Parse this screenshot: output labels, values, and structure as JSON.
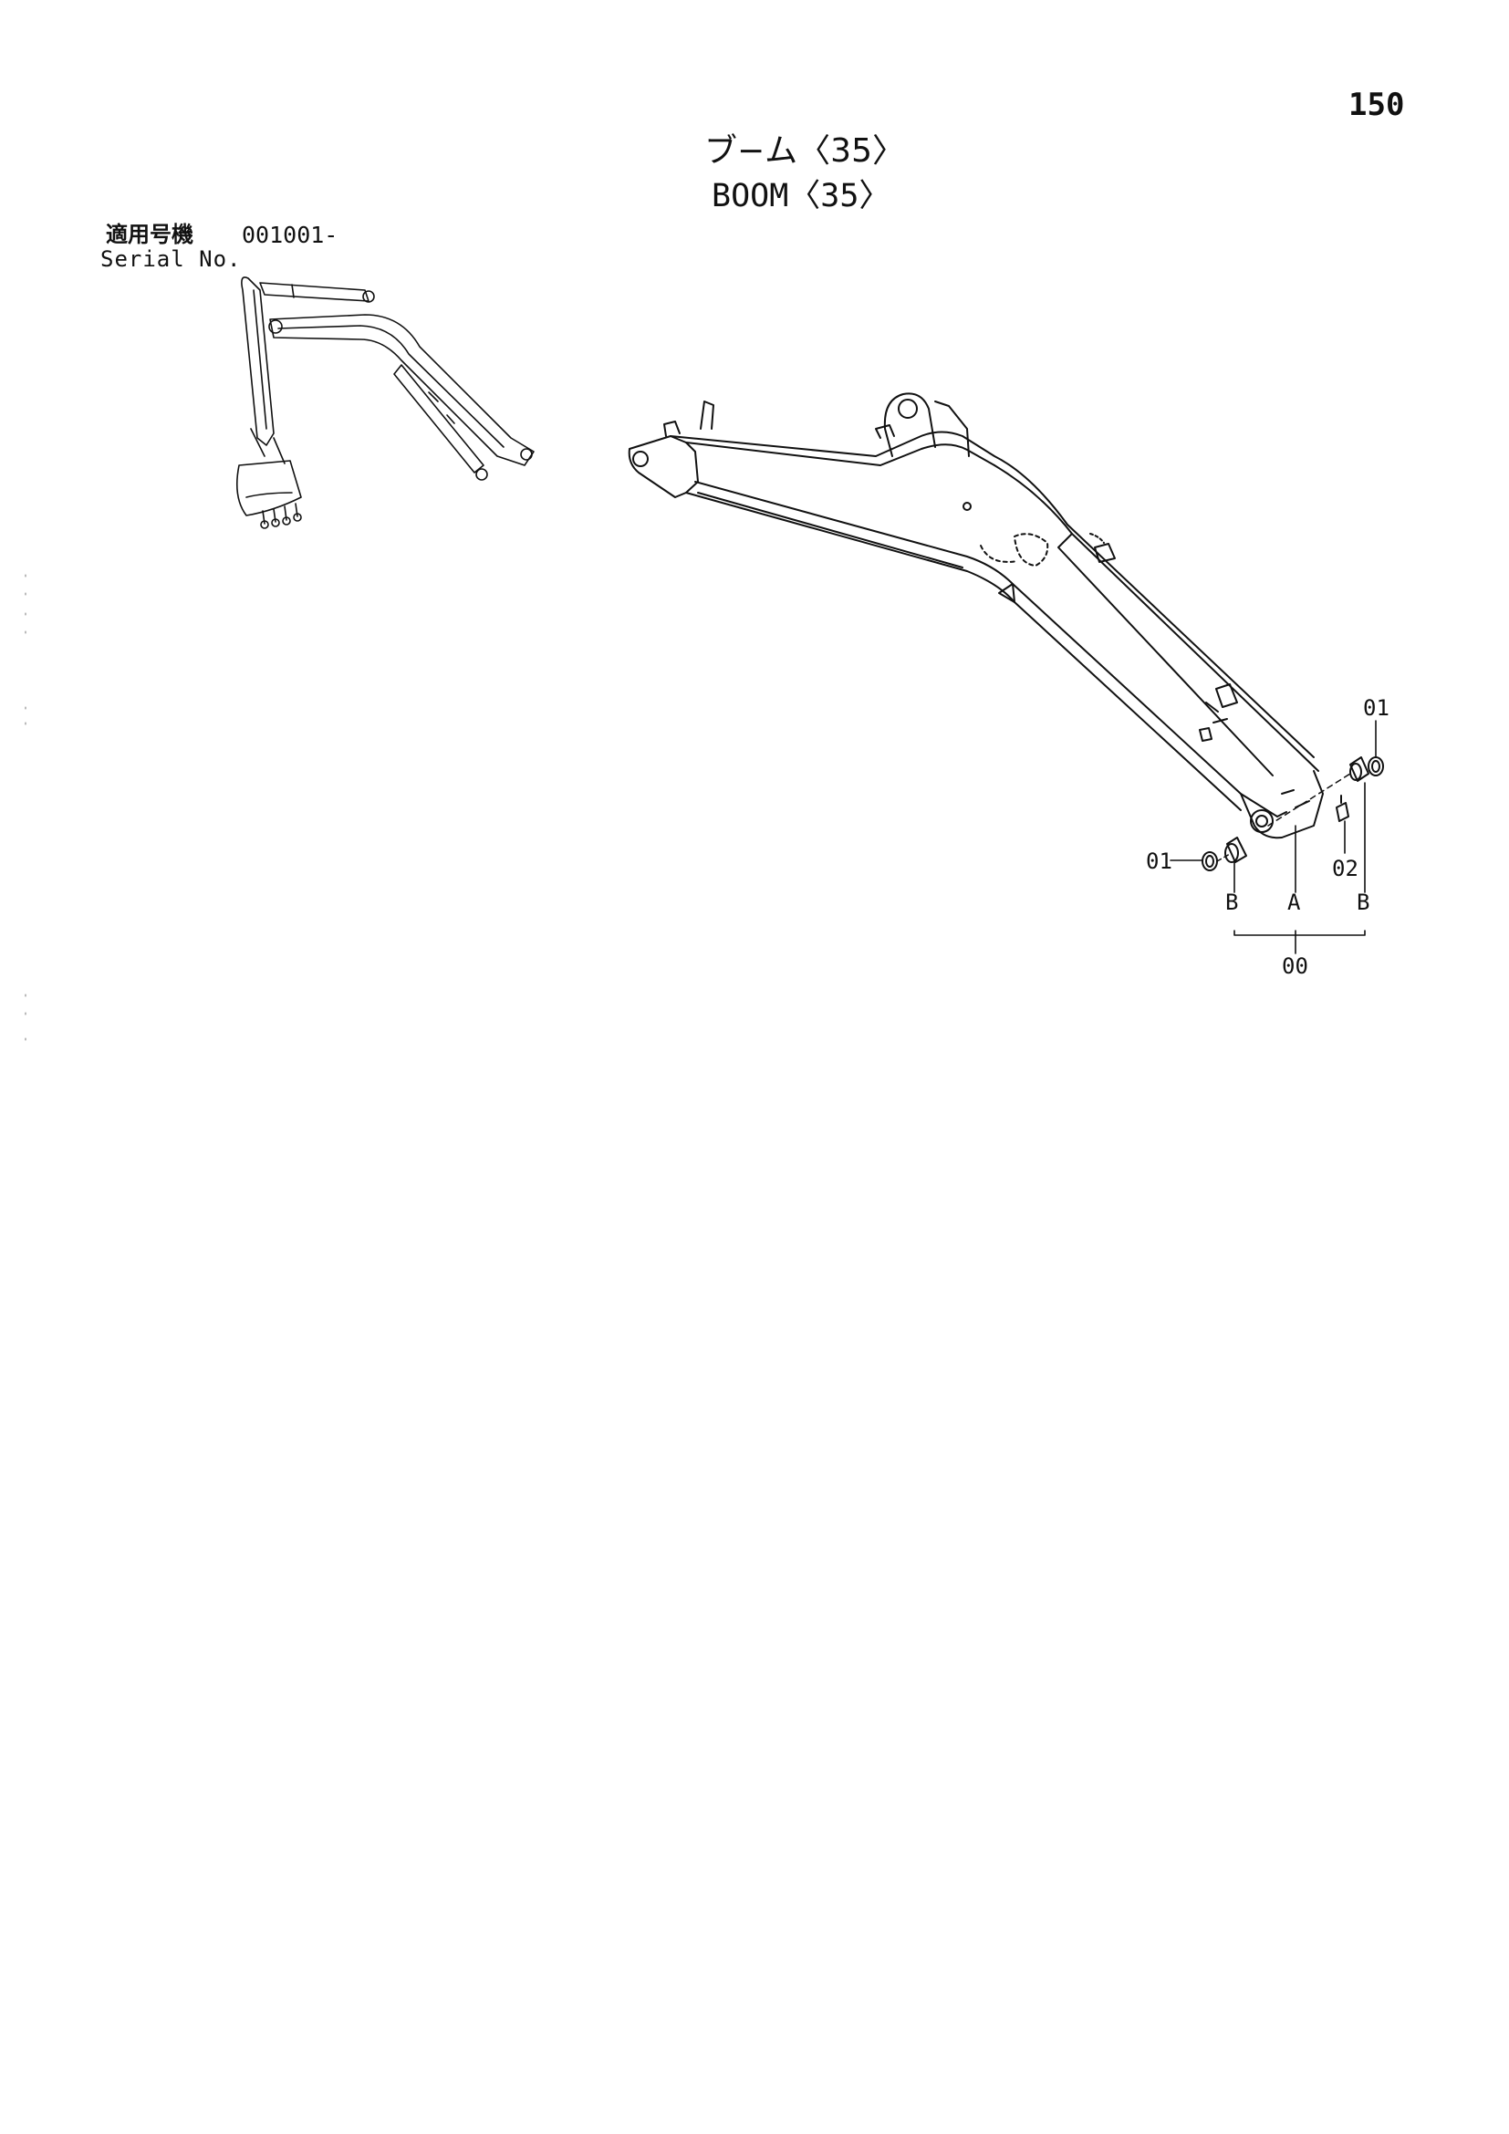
{
  "page": {
    "number": "150",
    "title_jp": "ブ−ム〈35〉",
    "title_en": "BOOM〈35〉"
  },
  "serial": {
    "label_jp": "適用号機",
    "label_en": "Serial No.",
    "value": "001001-"
  },
  "callouts": {
    "c01_right": "01",
    "c01_left": "01",
    "c02": "02",
    "cB_left": "B",
    "cA": "A",
    "cB_right": "B",
    "c00": "00"
  },
  "colors": {
    "ink": "#111111",
    "paper": "#ffffff"
  }
}
